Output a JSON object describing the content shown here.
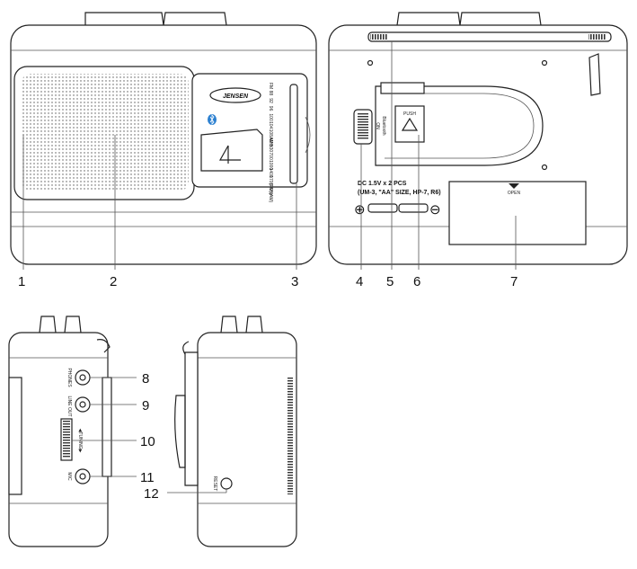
{
  "callouts": [
    "1",
    "2",
    "3",
    "4",
    "5",
    "6",
    "7",
    "8",
    "9",
    "10",
    "11",
    "12"
  ],
  "front": {
    "brand": "JENSEN",
    "band_scale": [
      "FM",
      "88",
      "92",
      "96",
      "100",
      "104",
      "108 MHz",
      "AM",
      "530",
      "700",
      "1000",
      "1400",
      "1700 KHz"
    ],
    "band_hint": "(FM)(AM)"
  },
  "back": {
    "switch_label_on": "ON",
    "switch_label_bt": "Bluetooth",
    "eject_label": "PUSH",
    "battery_line1": "DC 1.5V x 2 PCS",
    "battery_line2": "(UM-3, \"AA\" SIZE, HP-7, R6)",
    "plus": "⊕",
    "minus": "⊖",
    "door_label": "OPEN"
  },
  "left_side": {
    "phones_label": "PHONES",
    "lineout_label": "LINE OUT",
    "tuning_label": "◀TUNING▶",
    "mic_label": "MIC"
  },
  "right_side": {
    "reset_label": "RESET"
  },
  "icons": {
    "bluetooth": "bluetooth-icon",
    "play": "play-icon"
  },
  "colors": {
    "bluetooth": "#2a7fd0",
    "line": "#222222"
  }
}
